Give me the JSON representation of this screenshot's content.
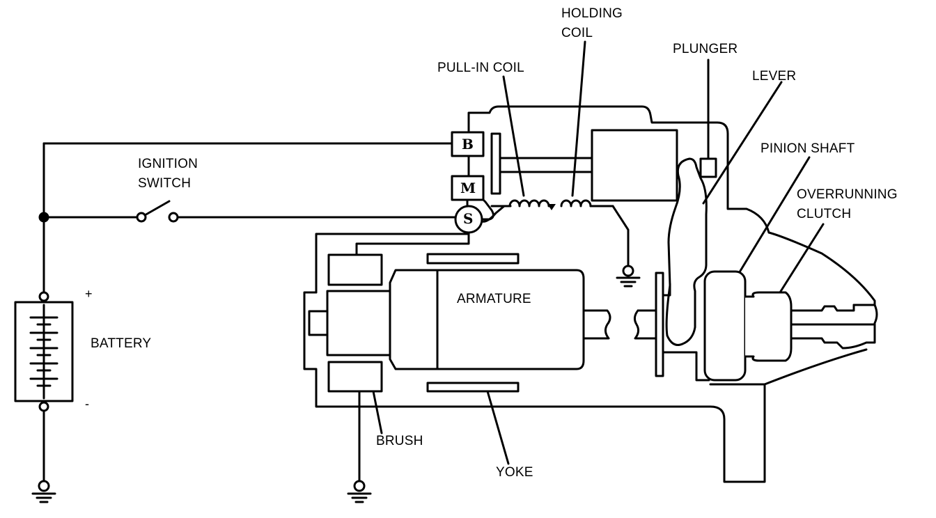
{
  "labels": {
    "holding_coil": "HOLDING\nCOIL",
    "pull_in_coil": "PULL-IN COIL",
    "plunger": "PLUNGER",
    "lever": "LEVER",
    "pinion_shaft": "PINION SHAFT",
    "overrunning_clutch": "OVERRUNNING\nCLUTCH",
    "ignition_switch": "IGNITION\nSWITCH",
    "battery": "BATTERY",
    "armature": "ARMATURE",
    "brush": "BRUSH",
    "yoke": "YOKE"
  },
  "terminals": {
    "b": "B",
    "m": "M",
    "s": "S"
  },
  "battery_signs": {
    "plus": "+",
    "minus": "-"
  },
  "colors": {
    "ink": "#000000",
    "paper": "#ffffff"
  }
}
